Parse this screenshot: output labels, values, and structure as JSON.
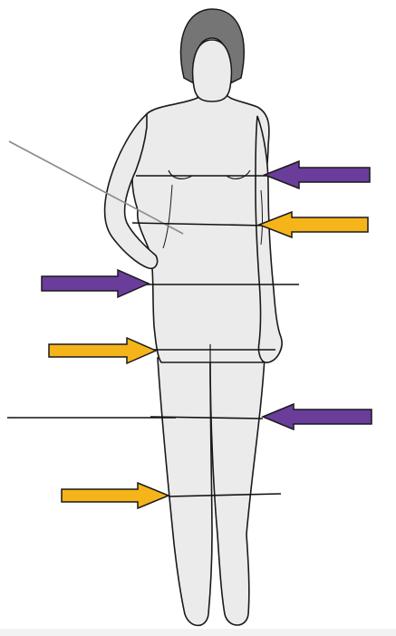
{
  "figure": {
    "colors": {
      "body_fill": "#ebebeb",
      "body_outline": "#1a1a1a",
      "hair": "#757575",
      "line": "#111111",
      "diagonal_line": "#8a8a8a",
      "purple_arrow": "#6a3d9a",
      "gold_arrow": "#f4b41a",
      "arrow_outline": "#1a1a1a"
    },
    "arrows": [
      {
        "name": "arrow-bust",
        "color": "purple",
        "direction": "left"
      },
      {
        "name": "arrow-underbust",
        "color": "gold",
        "direction": "left"
      },
      {
        "name": "arrow-hip",
        "color": "purple",
        "direction": "right"
      },
      {
        "name": "arrow-upper-thigh",
        "color": "gold",
        "direction": "right"
      },
      {
        "name": "arrow-thigh",
        "color": "purple",
        "direction": "left"
      },
      {
        "name": "arrow-knee",
        "color": "gold",
        "direction": "right"
      }
    ]
  }
}
